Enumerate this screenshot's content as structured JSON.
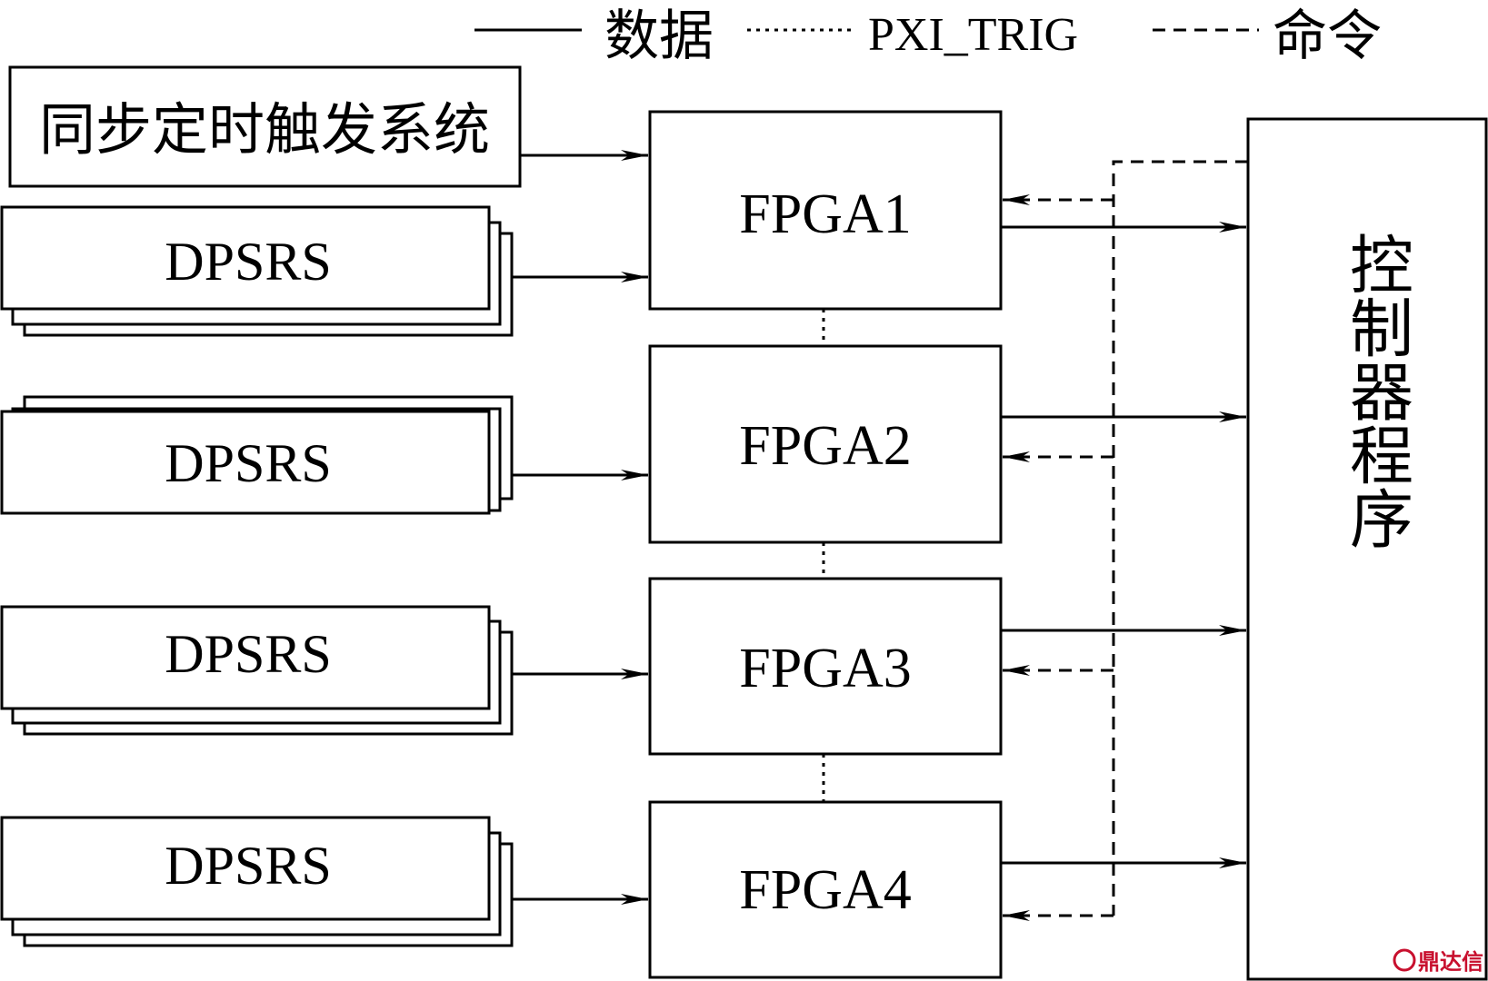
{
  "legend": {
    "data_label": "数据",
    "trig_label": "PXI_TRIG",
    "cmd_label": "命令"
  },
  "sync_system": {
    "label": "同步定时触发系统"
  },
  "dpsrs": [
    {
      "label": "DPSRS"
    },
    {
      "label": "DPSRS"
    },
    {
      "label": "DPSRS"
    },
    {
      "label": "DPSRS"
    }
  ],
  "fpga": [
    {
      "label": "FPGA1"
    },
    {
      "label": "FPGA2"
    },
    {
      "label": "FPGA3"
    },
    {
      "label": "FPGA4"
    }
  ],
  "controller": {
    "label": "控制器程序"
  },
  "watermark": {
    "label": "鼎达信"
  },
  "colors": {
    "line": "#000000",
    "watermark": "#c8102e"
  }
}
